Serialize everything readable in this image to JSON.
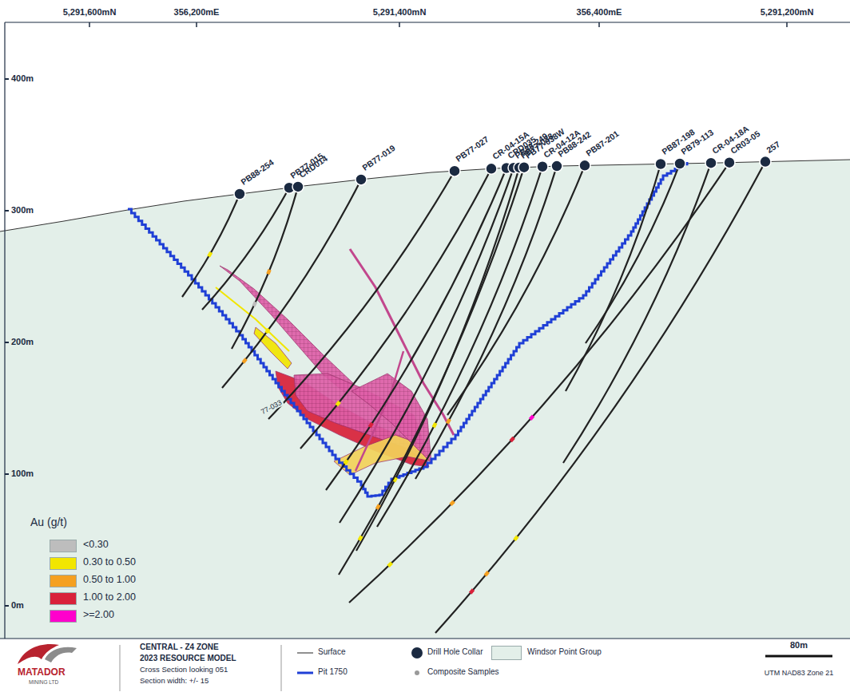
{
  "diagram": {
    "title": "CENTRAL - Z4 ZONE",
    "labels": [
      "5,291,600mN",
      "356,200mE",
      "5,291,400mN",
      "356,400mE",
      "5,291,200mN",
      "400m",
      "300m",
      "200m",
      "100m",
      "0m",
      "PB88-254",
      "PB77-015",
      "CRD014",
      "PB77-019",
      "PB77-027",
      "CR-04-15A",
      "CRD035",
      "PB88-249",
      "PB77-038",
      "PB77-038W",
      "CR-04-12A",
      "PB88-242",
      "PB87-201",
      "PB87-198",
      "PB79-113",
      "CR-04-18A",
      "CR03-05",
      "257",
      "77-033",
      "Au (g/t)",
      "2023 RESOURCE MODEL",
      "Cross Section looking 051",
      "Section width: +/- 15",
      "MATADOR",
      "MINING LTD",
      "80m",
      "UTM NAD83 Zone 21"
    ],
    "legend": [
      {
        "text": "<0.30",
        "color": "#bdbdbd"
      },
      {
        "text": "0.30 to 0.50",
        "color": "#f2e600"
      },
      {
        "text": "0.50 to 1.00",
        "color": "#f5a020"
      },
      {
        "text": "1.00 to 2.00",
        "color": "#d9213a"
      },
      {
        "text": ">=2.00",
        "color": "#ff00cc"
      },
      {
        "text": "Surface"
      },
      {
        "text": "Pit 1750"
      },
      {
        "text": "Drill Hole Collar"
      },
      {
        "text": "Composite Samples"
      },
      {
        "text": "Windsor Point Group",
        "color": "#e3efe9"
      }
    ]
  }
}
